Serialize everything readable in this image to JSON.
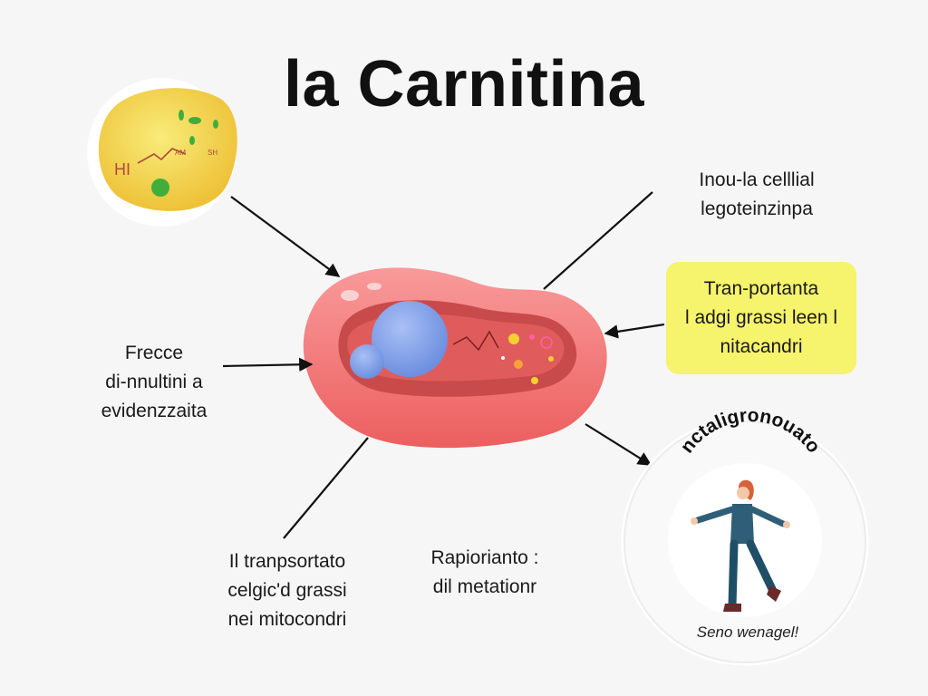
{
  "title": "la Carnitina",
  "yellow_cell": {
    "text_left": "HI",
    "text_mid": "AM",
    "text_right": "SH"
  },
  "labels": {
    "left": [
      "Frecce",
      "di-nnultini a",
      "evidenzzaita"
    ],
    "top_right": [
      "Inou-la celllial",
      "legoteinzinpa"
    ],
    "yellow_box": [
      "Tran-portanta",
      "l adgi grassi leen l",
      "nitacandri"
    ],
    "bottom_left": [
      "Il tranpsortato",
      "celgic'd grassi",
      "nei mitocondri"
    ],
    "bottom_mid": [
      "Rapiorianto :",
      "dil metationr"
    ]
  },
  "person_circle": {
    "arc_text": "nctaligronouato",
    "caption": "Seno wenagel!"
  },
  "colors": {
    "cell_body": "#f47a7a",
    "cell_inner": "#c94a4a",
    "blue_sphere": "#7f9fe6",
    "yellow_cell": "#f3d94c",
    "highlight_box": "#f6f36c"
  }
}
